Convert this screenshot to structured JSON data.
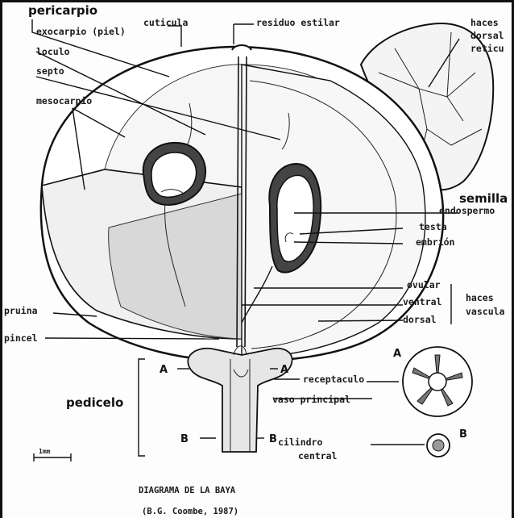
{
  "labels": {
    "pericarpio": "pericarpio",
    "exocarpio": "exocarpio (piel)",
    "loculo": "loculo",
    "septo": "septo",
    "mesocarpio": "mesocarpio",
    "cuticula": "cuticula",
    "residuo_estilar": "residuo estilar",
    "haces_dorsales_1": "haces",
    "haces_dorsales_2": "dorsal",
    "haces_dorsales_3": "reticu",
    "semilla": "semilla",
    "endospermo": "endospermo",
    "testa": "testa",
    "embrion": "embrión",
    "ovular": "ovular",
    "ventral": "ventral",
    "dorsal": "dorsal",
    "haces_vasc_1": "haces",
    "haces_vasc_2": "vascula",
    "pruina": "pruina",
    "pincel": "pincel",
    "a_left": "A",
    "a_right": "A",
    "a_section": "A",
    "receptaculo": "receptaculo",
    "vaso_principal": "vaso principal",
    "pedicelo": "pedicelo",
    "b_left": "B",
    "b_right": "B",
    "b_section": "B",
    "cilindro": "cilindro",
    "central": "central",
    "scale": "1mm",
    "caption": "DIAGRAMA DE LA BAYA",
    "citation": "(B.G. Coombe, 1987)"
  }
}
